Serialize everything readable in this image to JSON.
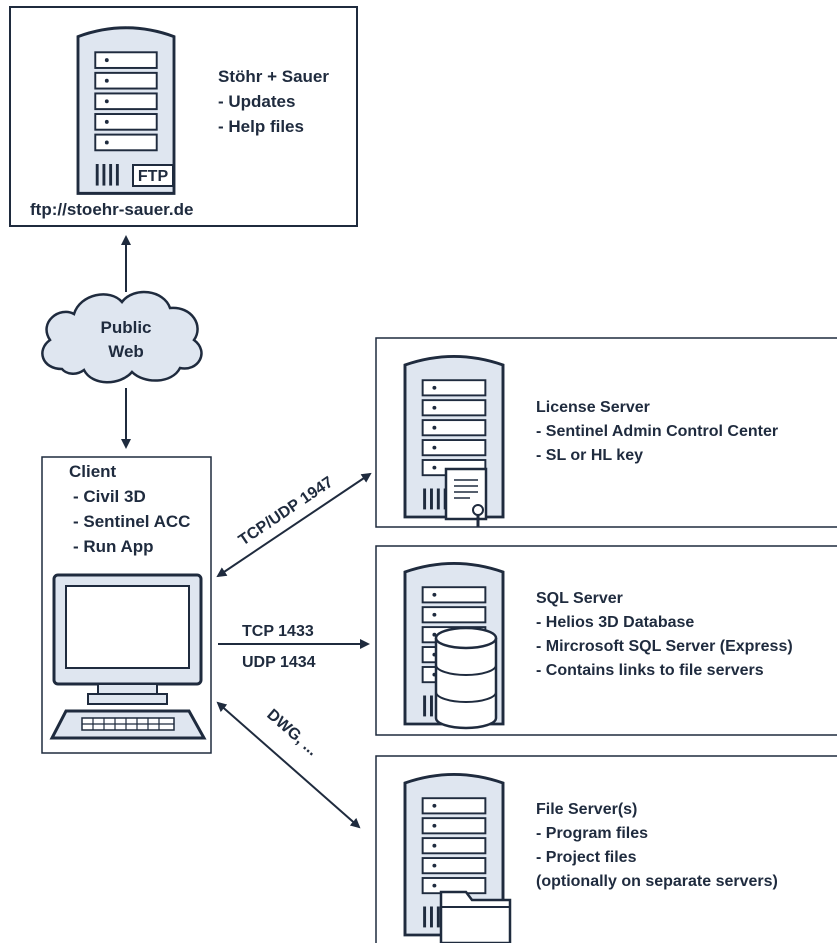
{
  "colors": {
    "ink": "#1f2b3e",
    "server_fill": "#dfe6f0",
    "background": "#ffffff"
  },
  "ftp": {
    "title": "Stöhr + Sauer",
    "lines": [
      "- Updates",
      "- Help files"
    ],
    "badge": "FTP",
    "url": "ftp://stoehr-sauer.de"
  },
  "cloud": {
    "line1": "Public",
    "line2": "Web"
  },
  "client": {
    "title": "Client",
    "lines": [
      "- Civil 3D",
      "- Sentinel ACC",
      "- Run App"
    ]
  },
  "connections": {
    "license": "TCP/UDP 1947",
    "sql_line1": "TCP  1433",
    "sql_line2": "UDP 1434",
    "file": "DWG, ..."
  },
  "license_server": {
    "title": "License Server",
    "lines": [
      "- Sentinel Admin Control Center",
      "- SL or HL key"
    ]
  },
  "sql_server": {
    "title": "SQL Server",
    "lines": [
      "- Helios 3D Database",
      "- Mircrosoft SQL Server (Express)",
      "- Contains links to file servers"
    ]
  },
  "file_server": {
    "title": "File Server(s)",
    "lines": [
      "- Program files",
      "- Project files",
      "(optionally on separate servers)"
    ]
  }
}
